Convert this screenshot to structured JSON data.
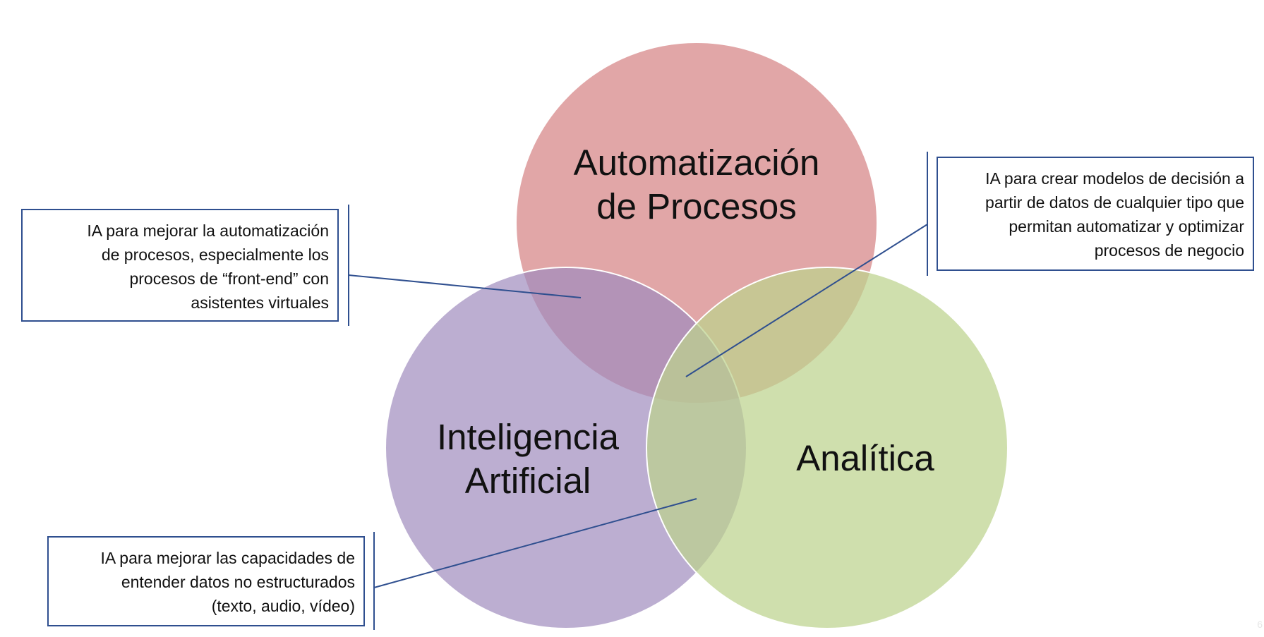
{
  "diagram": {
    "circles": [
      {
        "id": "procesos",
        "lines": [
          "Automatización",
          "de Procesos"
        ],
        "color": "#dfa6a6"
      },
      {
        "id": "ia",
        "lines": [
          "Inteligencia",
          "Artificial"
        ],
        "color": "#bbaccf"
      },
      {
        "id": "analitica",
        "lines": [
          "Analítica"
        ],
        "color": "#c9dba3"
      }
    ],
    "callouts": [
      {
        "id": "top-left",
        "lines": [
          "IA para mejorar la automatización",
          "de procesos, especialmente los",
          "procesos de “front-end” con",
          "asistentes virtuales"
        ]
      },
      {
        "id": "top-right",
        "lines": [
          "IA para crear modelos de decisión a",
          "partir de datos de cualquier tipo que",
          "permitan automatizar y optimizar",
          "procesos de negocio"
        ]
      },
      {
        "id": "bottom-left",
        "lines": [
          "IA para mejorar las capacidades de",
          "entender datos no estructurados",
          "(texto, audio, vídeo)"
        ]
      }
    ],
    "connector_color": "#2f4f8f"
  },
  "slide_number": "6"
}
